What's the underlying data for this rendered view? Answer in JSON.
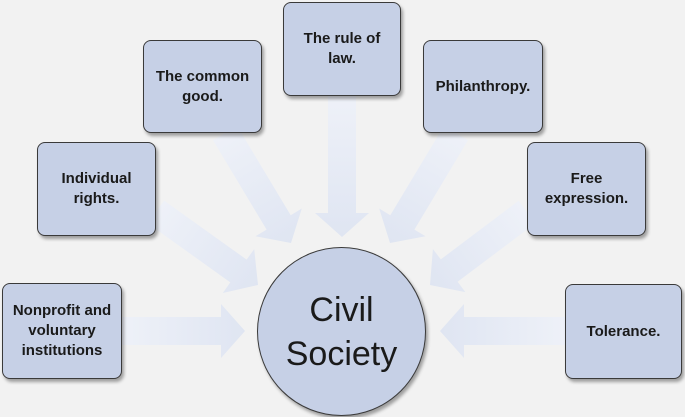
{
  "center": {
    "label": "Civil\nSociety"
  },
  "boxes": [
    {
      "id": "nonprofit",
      "label": "Nonprofit and\nvoluntary\ninstitutions"
    },
    {
      "id": "individual-rights",
      "label": "Individual\nrights."
    },
    {
      "id": "common-good",
      "label": "The common\ngood."
    },
    {
      "id": "rule-of-law",
      "label": "The rule of\nlaw."
    },
    {
      "id": "philanthropy",
      "label": "Philanthropy."
    },
    {
      "id": "free-expression",
      "label": "Free\nexpression."
    },
    {
      "id": "tolerance",
      "label": "Tolerance."
    }
  ],
  "colors": {
    "box_fill": "#c6d0e6",
    "arrow_fill": "#dfe5f2",
    "background": "#f2f2f2"
  }
}
